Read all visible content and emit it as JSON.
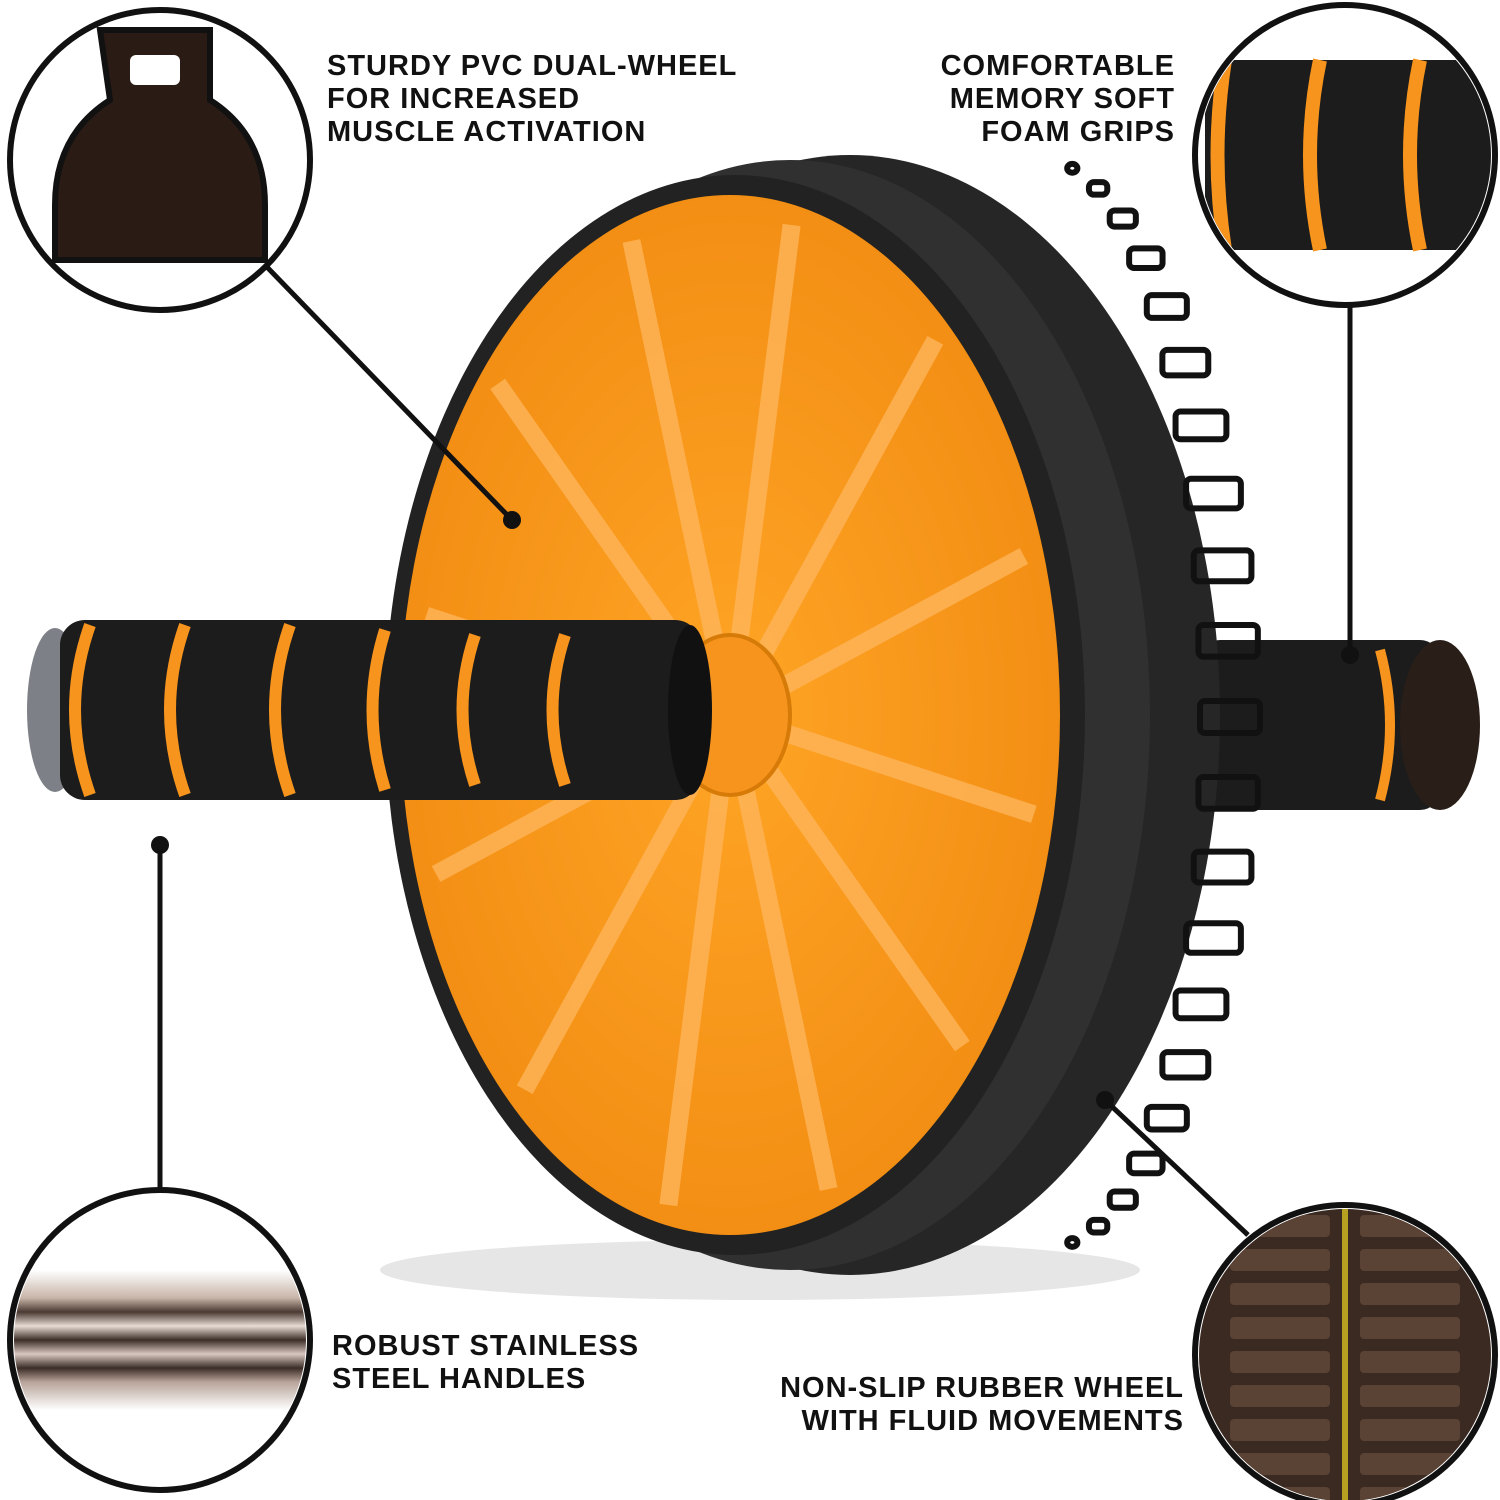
{
  "features": [
    {
      "id": "wheel",
      "lines": [
        "STURDY PVC DUAL-WHEEL",
        "FOR INCREASED",
        "MUSCLE ACTIVATION"
      ],
      "icon": "kettlebell-icon"
    },
    {
      "id": "grips",
      "lines": [
        "COMFORTABLE",
        "MEMORY SOFT",
        "FOAM GRIPS"
      ],
      "icon": "foam-grip-icon"
    },
    {
      "id": "handles",
      "lines": [
        "ROBUST STAINLESS",
        "STEEL HANDLES"
      ],
      "icon": "steel-bar-icon"
    },
    {
      "id": "tread",
      "lines": [
        "NON-SLIP RUBBER WHEEL",
        "WITH FLUID MOVEMENTS"
      ],
      "icon": "tread-icon"
    }
  ],
  "colors": {
    "orange": "#f7941d",
    "black": "#1a1a1a",
    "tire": "#2a2a2a"
  }
}
